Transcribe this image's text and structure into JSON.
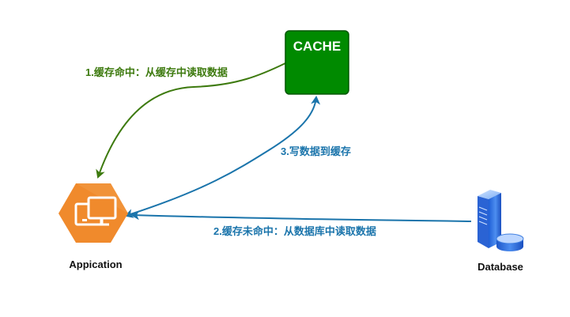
{
  "nodes": {
    "cache": {
      "label": "CACHE"
    },
    "application": {
      "label": "Appication"
    },
    "database": {
      "label": "Database"
    }
  },
  "edges": {
    "cache_hit": {
      "label": "1.缓存命中：从缓存中读取数据"
    },
    "cache_miss": {
      "label": "2.缓存未命中：从数据库中读取数据"
    },
    "write_cache": {
      "label": "3.写数据到缓存"
    }
  },
  "colors": {
    "cache_fill": "#008a00",
    "cache_border": "#005700",
    "app_orange": "#f08a2c",
    "hit_green": "#3d7a0e",
    "blue": "#1a74ab",
    "text_dark": "#111111"
  }
}
